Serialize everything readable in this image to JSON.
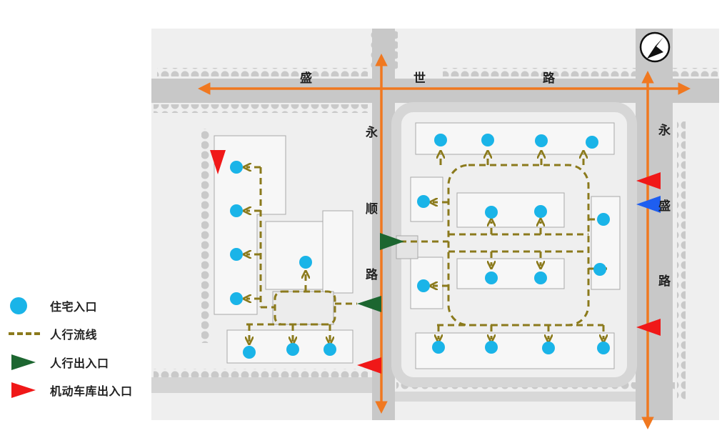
{
  "roads": {
    "north": {
      "chars": [
        "盛",
        "世",
        "路"
      ]
    },
    "middle": {
      "chars": [
        "永",
        "顺",
        "路"
      ]
    },
    "east": {
      "chars": [
        "永",
        "盛",
        "路"
      ]
    }
  },
  "legend": [
    {
      "symbol": "dot",
      "label": "住宅入口"
    },
    {
      "symbol": "dash",
      "label": "人行流线"
    },
    {
      "symbol": "green-triangle",
      "label": "人行出入口"
    },
    {
      "symbol": "red-triangle",
      "label": "机动车库出入口"
    }
  ],
  "colors": {
    "residential_entrance": "#1ab4e8",
    "pedestrian_flow": "#8b7a1c",
    "pedestrian_gate": "#1c6630",
    "vehicle_gate": "#f01818",
    "blue_marker": "#1e5ef0",
    "road_arrow": "#f07820",
    "road_surface": "#c8c8c8",
    "plot_background": "#efefef"
  },
  "icons": {
    "north_arrow": "compass-north-icon"
  }
}
